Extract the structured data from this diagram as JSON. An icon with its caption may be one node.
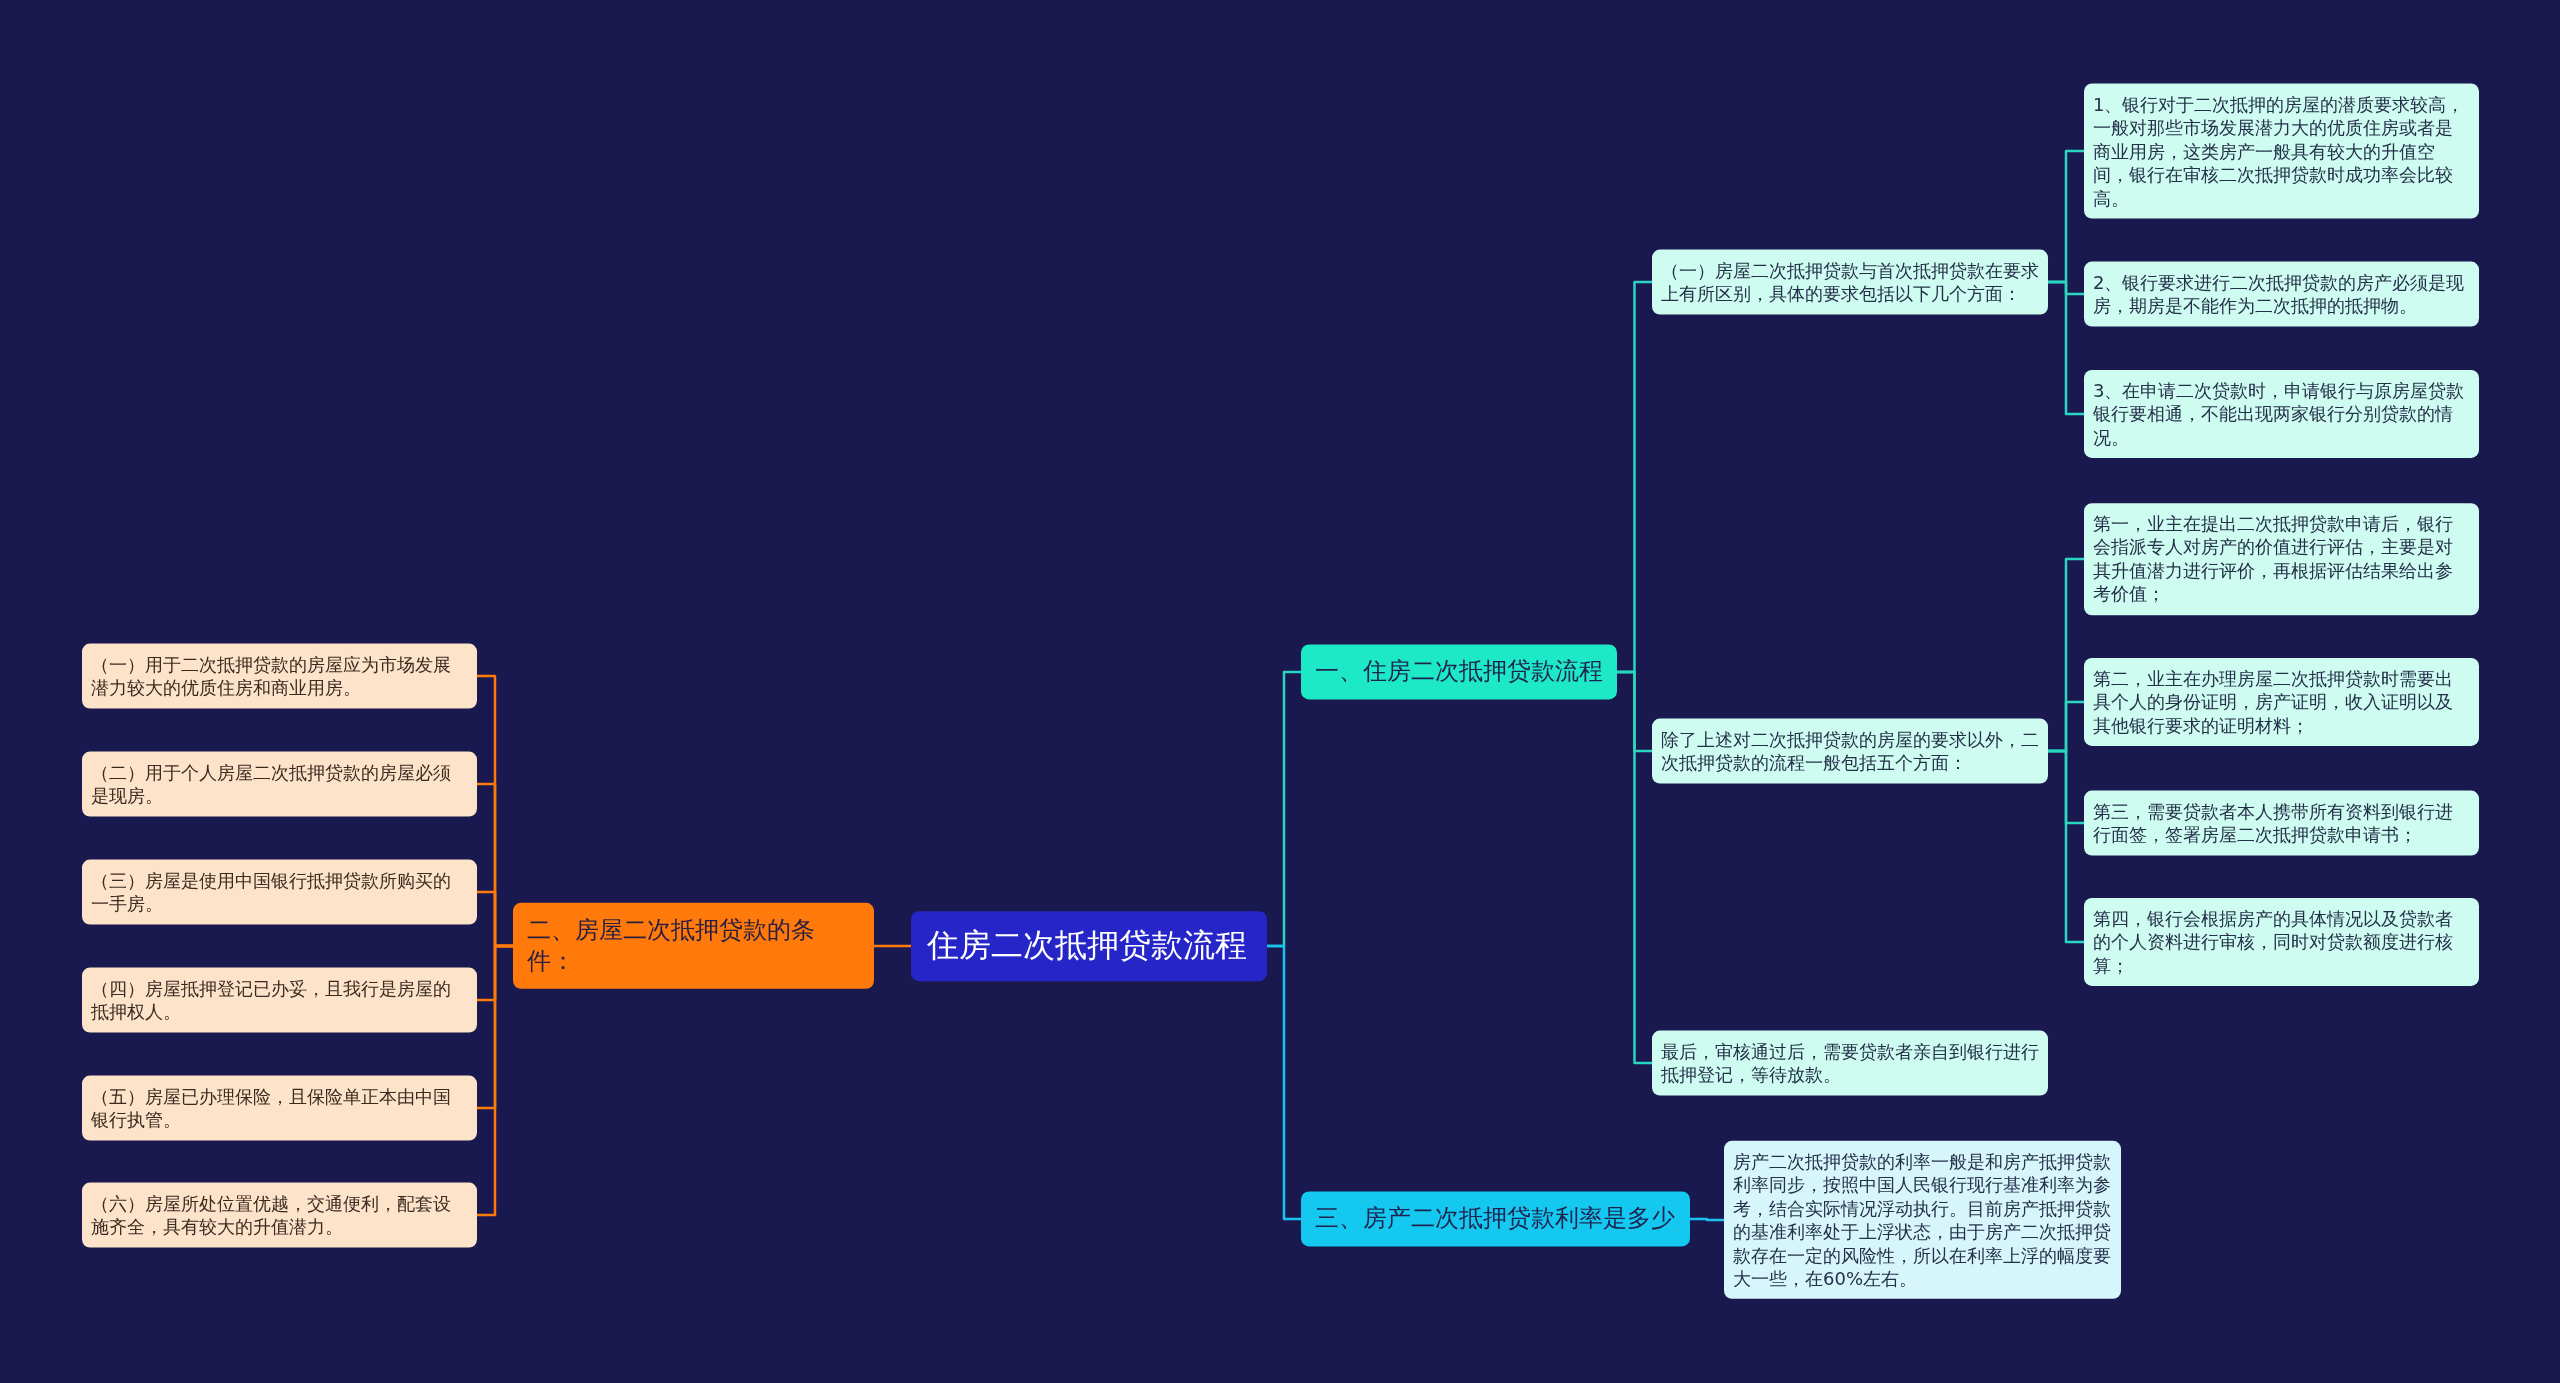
{
  "diagram": {
    "nodes": [
      {
        "text": [
          "住房二次抵押贷款流程"
        ]
      },
      {
        "text": [
          "一、住房二次抵押贷款流程"
        ]
      },
      {
        "text": [
          "（一）房屋二次抵押贷款与首次抵押贷款在要求上有所区别，具体的要求包括以下几个方面："
        ]
      },
      {
        "text": [
          "1、银行对于二次抵押的房屋的潜质要求较高，一般对那些市场发展潜力大的优质住房或者是商业用房，这类房产一般具有较大的升值空间，银行在审核二次抵押贷款时成功率会比较高。"
        ]
      },
      {
        "text": [
          "2、银行要求进行二次抵押贷款的房产必须是现房，期房是不能作为二次抵押的抵押物。"
        ]
      },
      {
        "text": [
          "3、在申请二次贷款时，申请银行与原房屋贷款银行要相通，不能出现两家银行分别贷款的情况。"
        ]
      },
      {
        "text": [
          "除了上述对二次抵押贷款的房屋的要求以外，二次抵押贷款的流程一般包括五个方面："
        ]
      },
      {
        "text": [
          "第一，业主在提出二次抵押贷款申请后，银行会指派专人对房产的价值进行评估，主要是对其升值潜力进行评价，再根据评估结果给出参考价值；"
        ]
      },
      {
        "text": [
          "第二，业主在办理房屋二次抵押贷款时需要出具个人的身份证明，房产证明，收入证明以及其他银行要求的证明材料；"
        ]
      },
      {
        "text": [
          "第三，需要贷款者本人携带所有资料到银行进行面签，签署房屋二次抵押贷款申请书；"
        ]
      },
      {
        "text": [
          "第四，银行会根据房产的具体情况以及贷款者的个人资料进行审核，同时对贷款额度进行核算；"
        ]
      },
      {
        "text": [
          "最后，审核通过后，需要贷款者亲自到银行进行抵押登记，等待放款。"
        ]
      },
      {
        "text": [
          "三、房产二次抵押贷款利率是多少"
        ]
      },
      {
        "text": [
          "房产二次抵押贷款的利率一般是和房产抵押贷款利率同步，按照中国人民银行现行基准利率为参考，结合实际情况浮动执行。目前房产抵押贷款的基准利率处于上浮状态，由于房产二次抵押贷款存在一定的风险性，所以在利率上浮的幅度要大一些，在60%左右。"
        ]
      },
      {
        "text": [
          "二、房屋二次抵押贷款的条件："
        ]
      },
      {
        "text": [
          "（一）用于二次抵押贷款的房屋应为市场发展潜力较大的优质住房和商业用房。"
        ]
      },
      {
        "text": [
          "（二）用于个人房屋二次抵押贷款的房屋必须是现房。"
        ]
      },
      {
        "text": [
          "（三）房屋是使用中国银行抵押贷款所购买的一手房。"
        ]
      },
      {
        "text": [
          "（四）房屋抵押登记已办妥，且我行是房屋的抵押权人。"
        ]
      },
      {
        "text": [
          "（五）房屋已办理保险，且保险单正本由中国银行执管。"
        ]
      },
      {
        "text": [
          "（六）房屋所处位置优越，交通便利，配套设施齐全，具有较大的升值潜力。"
        ]
      }
    ],
    "edges": [
      {
        "from": 0,
        "to": 1,
        "arrow": "none"
      },
      {
        "from": 1,
        "to": 2,
        "arrow": "none"
      },
      {
        "from": 2,
        "to": 3,
        "arrow": "none"
      },
      {
        "from": 2,
        "to": 4,
        "arrow": "none"
      },
      {
        "from": 2,
        "to": 5,
        "arrow": "none"
      },
      {
        "from": 1,
        "to": 6,
        "arrow": "none"
      },
      {
        "from": 6,
        "to": 7,
        "arrow": "none"
      },
      {
        "from": 6,
        "to": 8,
        "arrow": "none"
      },
      {
        "from": 6,
        "to": 9,
        "arrow": "none"
      },
      {
        "from": 6,
        "to": 10,
        "arrow": "none"
      },
      {
        "from": 1,
        "to": 11,
        "arrow": "none"
      },
      {
        "from": 0,
        "to": 12,
        "arrow": "none",
        "color": "#19c3ef"
      },
      {
        "from": 12,
        "to": 13,
        "arrow": "none",
        "color": "#19c3ef"
      },
      {
        "from": 0,
        "to": 14,
        "arrow": "none",
        "color": "#ff7a0a"
      },
      {
        "from": 14,
        "to": 15,
        "arrow": "none",
        "color": "#ff7a0a"
      },
      {
        "from": 14,
        "to": 16,
        "arrow": "none",
        "color": "#ff7a0a"
      },
      {
        "from": 14,
        "to": 17,
        "arrow": "none",
        "color": "#ff7a0a"
      },
      {
        "from": 14,
        "to": 18,
        "arrow": "none",
        "color": "#ff7a0a"
      },
      {
        "from": 14,
        "to": 19,
        "arrow": "none",
        "color": "#ff7a0a"
      },
      {
        "from": 14,
        "to": 20,
        "arrow": "none",
        "color": "#ff7a0a"
      }
    ]
  }
}
